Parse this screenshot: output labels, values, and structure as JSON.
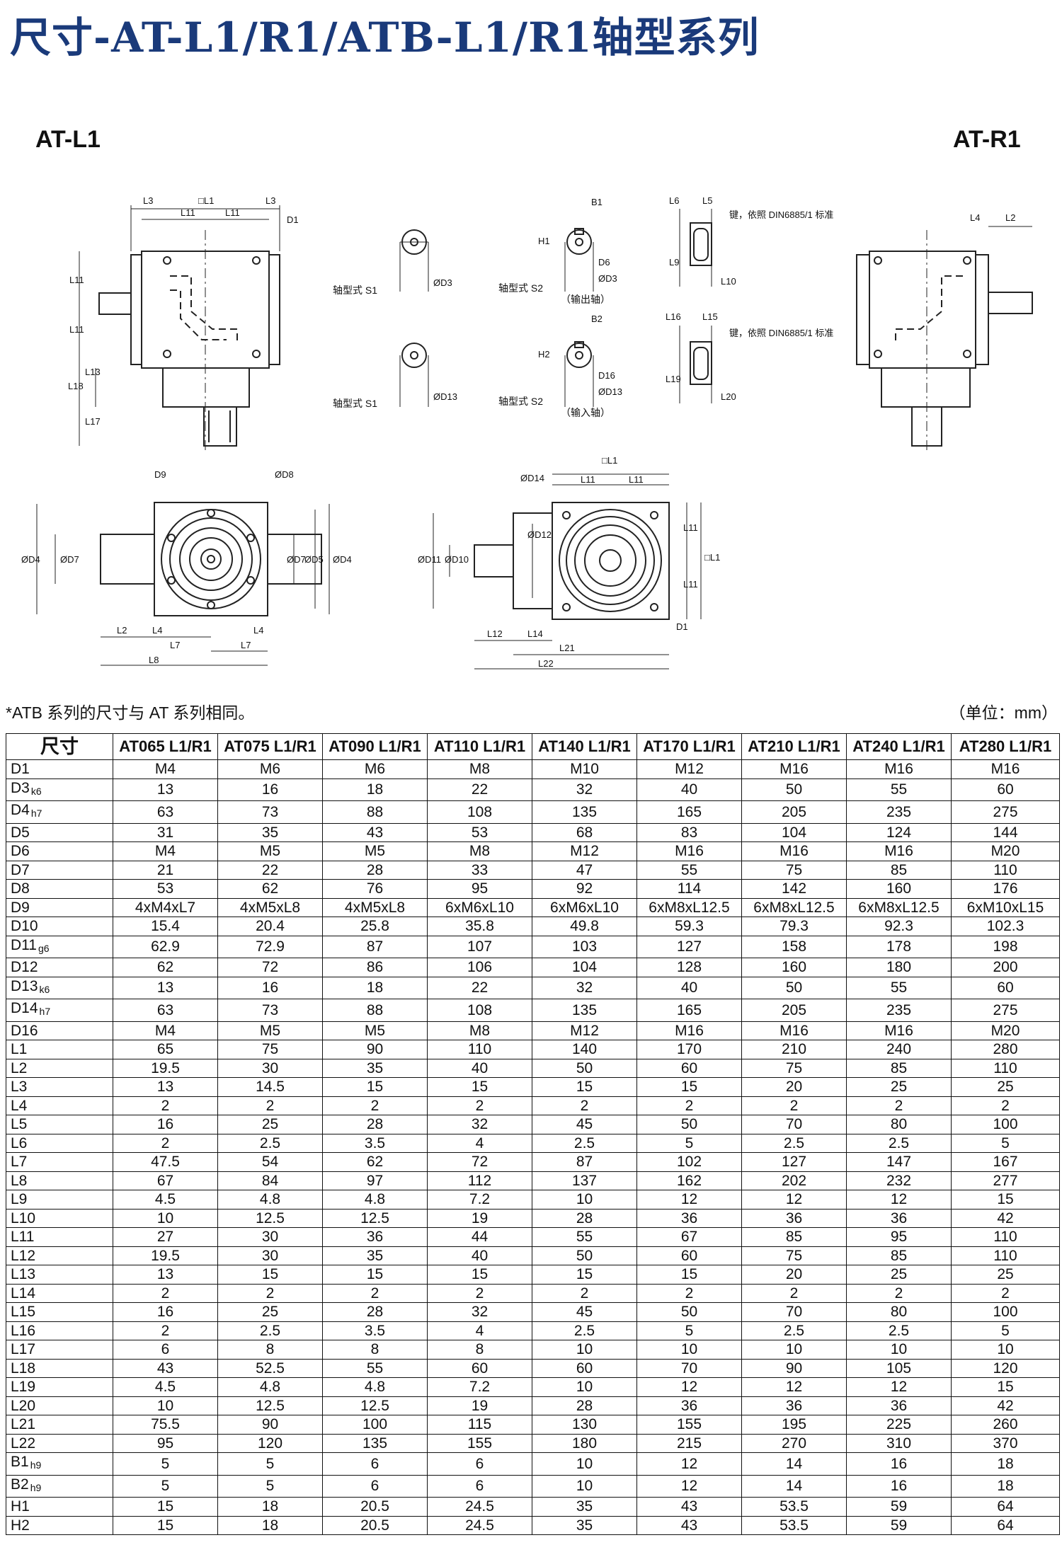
{
  "title": "尺寸-AT-L1/R1/ATB-L1/R1轴型系列",
  "labels": {
    "at_l1": "AT-L1",
    "at_r1": "AT-R1"
  },
  "drawing": {
    "shaft_s1_a": "轴型式 S1",
    "shaft_s1_b": "轴型式 S1",
    "shaft_s2_a": "轴型式 S2",
    "shaft_s2_b": "轴型式 S2",
    "output_shaft": "（输出轴）",
    "input_shaft": "（输入轴）",
    "key_note_1": "键，依照 DIN6885/1 标准",
    "key_note_2": "键，依照 DIN6885/1 标准",
    "dims": {
      "L3a": "L3",
      "L1sq": "□L1",
      "L3b": "L3",
      "L11a": "L11",
      "L11b": "L11",
      "D1a": "D1",
      "L11v1": "L11",
      "L11v2": "L11",
      "L13": "L13",
      "L18": "L18",
      "L17": "L17",
      "D3a": "ØD3",
      "D13a": "ØD13",
      "B1": "B1",
      "H1": "H1",
      "D6": "D6",
      "D3b": "ØD3",
      "B2": "B2",
      "H2": "H2",
      "D16": "D16",
      "D13b": "ØD13",
      "L6": "L6",
      "L5": "L5",
      "L9": "L9",
      "L10": "L10",
      "L16": "L16",
      "L15": "L15",
      "L19": "L19",
      "L20": "L20",
      "L4a": "L4",
      "L2a": "L2",
      "D9": "D9",
      "D8": "ØD8",
      "D4a": "ØD4",
      "D7a": "ØD7",
      "D7b": "ØD7",
      "D5": "ØD5",
      "D4b": "ØD4",
      "L2b": "L2",
      "L4b": "L4",
      "L4c": "L4",
      "L7a": "L7",
      "L7b": "L7",
      "L8": "L8",
      "L1sq2": "□L1",
      "L11c": "L11",
      "L11d": "L11",
      "D14": "ØD14",
      "D11": "ØD11",
      "D10": "ØD10",
      "D12": "ØD12",
      "L11e": "L11",
      "L11f": "L11",
      "L1v": "□L1",
      "L12": "L12",
      "L14": "L14",
      "D1b": "D1",
      "L21": "L21",
      "L22": "L22"
    }
  },
  "note": "*ATB 系列的尺寸与 AT 系列相同。",
  "unit": "（单位：mm）",
  "table": {
    "header": [
      "尺寸",
      "AT065 L1/R1",
      "AT075 L1/R1",
      "AT090 L1/R1",
      "AT110 L1/R1",
      "AT140 L1/R1",
      "AT170 L1/R1",
      "AT210 L1/R1",
      "AT240 L1/R1",
      "AT280 L1/R1"
    ],
    "rows": [
      {
        "name": "D1",
        "sub": "",
        "v": [
          "M4",
          "M6",
          "M6",
          "M8",
          "M10",
          "M12",
          "M16",
          "M16",
          "M16"
        ]
      },
      {
        "name": "D3",
        "sub": "k6",
        "v": [
          "13",
          "16",
          "18",
          "22",
          "32",
          "40",
          "50",
          "55",
          "60"
        ]
      },
      {
        "name": "D4",
        "sub": "h7",
        "v": [
          "63",
          "73",
          "88",
          "108",
          "135",
          "165",
          "205",
          "235",
          "275"
        ]
      },
      {
        "name": "D5",
        "sub": "",
        "v": [
          "31",
          "35",
          "43",
          "53",
          "68",
          "83",
          "104",
          "124",
          "144"
        ]
      },
      {
        "name": "D6",
        "sub": "",
        "v": [
          "M4",
          "M5",
          "M5",
          "M8",
          "M12",
          "M16",
          "M16",
          "M16",
          "M20"
        ]
      },
      {
        "name": "D7",
        "sub": "",
        "v": [
          "21",
          "22",
          "28",
          "33",
          "47",
          "55",
          "75",
          "85",
          "110"
        ]
      },
      {
        "name": "D8",
        "sub": "",
        "v": [
          "53",
          "62",
          "76",
          "95",
          "92",
          "114",
          "142",
          "160",
          "176"
        ]
      },
      {
        "name": "D9",
        "sub": "",
        "v": [
          "4xM4xL7",
          "4xM5xL8",
          "4xM5xL8",
          "6xM6xL10",
          "6xM6xL10",
          "6xM8xL12.5",
          "6xM8xL12.5",
          "6xM8xL12.5",
          "6xM10xL15"
        ]
      },
      {
        "name": "D10",
        "sub": "",
        "v": [
          "15.4",
          "20.4",
          "25.8",
          "35.8",
          "49.8",
          "59.3",
          "79.3",
          "92.3",
          "102.3"
        ]
      },
      {
        "name": "D11",
        "sub": "g6",
        "v": [
          "62.9",
          "72.9",
          "87",
          "107",
          "103",
          "127",
          "158",
          "178",
          "198"
        ]
      },
      {
        "name": "D12",
        "sub": "",
        "v": [
          "62",
          "72",
          "86",
          "106",
          "104",
          "128",
          "160",
          "180",
          "200"
        ]
      },
      {
        "name": "D13",
        "sub": "k6",
        "v": [
          "13",
          "16",
          "18",
          "22",
          "32",
          "40",
          "50",
          "55",
          "60"
        ]
      },
      {
        "name": "D14",
        "sub": "h7",
        "v": [
          "63",
          "73",
          "88",
          "108",
          "135",
          "165",
          "205",
          "235",
          "275"
        ]
      },
      {
        "name": "D16",
        "sub": "",
        "v": [
          "M4",
          "M5",
          "M5",
          "M8",
          "M12",
          "M16",
          "M16",
          "M16",
          "M20"
        ]
      },
      {
        "name": "L1",
        "sub": "",
        "v": [
          "65",
          "75",
          "90",
          "110",
          "140",
          "170",
          "210",
          "240",
          "280"
        ]
      },
      {
        "name": "L2",
        "sub": "",
        "v": [
          "19.5",
          "30",
          "35",
          "40",
          "50",
          "60",
          "75",
          "85",
          "110"
        ]
      },
      {
        "name": "L3",
        "sub": "",
        "v": [
          "13",
          "14.5",
          "15",
          "15",
          "15",
          "15",
          "20",
          "25",
          "25"
        ]
      },
      {
        "name": "L4",
        "sub": "",
        "v": [
          "2",
          "2",
          "2",
          "2",
          "2",
          "2",
          "2",
          "2",
          "2"
        ]
      },
      {
        "name": "L5",
        "sub": "",
        "v": [
          "16",
          "25",
          "28",
          "32",
          "45",
          "50",
          "70",
          "80",
          "100"
        ]
      },
      {
        "name": "L6",
        "sub": "",
        "v": [
          "2",
          "2.5",
          "3.5",
          "4",
          "2.5",
          "5",
          "2.5",
          "2.5",
          "5"
        ]
      },
      {
        "name": "L7",
        "sub": "",
        "v": [
          "47.5",
          "54",
          "62",
          "72",
          "87",
          "102",
          "127",
          "147",
          "167"
        ]
      },
      {
        "name": "L8",
        "sub": "",
        "v": [
          "67",
          "84",
          "97",
          "112",
          "137",
          "162",
          "202",
          "232",
          "277"
        ]
      },
      {
        "name": "L9",
        "sub": "",
        "v": [
          "4.5",
          "4.8",
          "4.8",
          "7.2",
          "10",
          "12",
          "12",
          "12",
          "15"
        ]
      },
      {
        "name": "L10",
        "sub": "",
        "v": [
          "10",
          "12.5",
          "12.5",
          "19",
          "28",
          "36",
          "36",
          "36",
          "42"
        ]
      },
      {
        "name": "L11",
        "sub": "",
        "v": [
          "27",
          "30",
          "36",
          "44",
          "55",
          "67",
          "85",
          "95",
          "110"
        ]
      },
      {
        "name": "L12",
        "sub": "",
        "v": [
          "19.5",
          "30",
          "35",
          "40",
          "50",
          "60",
          "75",
          "85",
          "110"
        ]
      },
      {
        "name": "L13",
        "sub": "",
        "v": [
          "13",
          "15",
          "15",
          "15",
          "15",
          "15",
          "20",
          "25",
          "25"
        ]
      },
      {
        "name": "L14",
        "sub": "",
        "v": [
          "2",
          "2",
          "2",
          "2",
          "2",
          "2",
          "2",
          "2",
          "2"
        ]
      },
      {
        "name": "L15",
        "sub": "",
        "v": [
          "16",
          "25",
          "28",
          "32",
          "45",
          "50",
          "70",
          "80",
          "100"
        ]
      },
      {
        "name": "L16",
        "sub": "",
        "v": [
          "2",
          "2.5",
          "3.5",
          "4",
          "2.5",
          "5",
          "2.5",
          "2.5",
          "5"
        ]
      },
      {
        "name": "L17",
        "sub": "",
        "v": [
          "6",
          "8",
          "8",
          "8",
          "10",
          "10",
          "10",
          "10",
          "10"
        ]
      },
      {
        "name": "L18",
        "sub": "",
        "v": [
          "43",
          "52.5",
          "55",
          "60",
          "60",
          "70",
          "90",
          "105",
          "120"
        ]
      },
      {
        "name": "L19",
        "sub": "",
        "v": [
          "4.5",
          "4.8",
          "4.8",
          "7.2",
          "10",
          "12",
          "12",
          "12",
          "15"
        ]
      },
      {
        "name": "L20",
        "sub": "",
        "v": [
          "10",
          "12.5",
          "12.5",
          "19",
          "28",
          "36",
          "36",
          "36",
          "42"
        ]
      },
      {
        "name": "L21",
        "sub": "",
        "v": [
          "75.5",
          "90",
          "100",
          "115",
          "130",
          "155",
          "195",
          "225",
          "260"
        ]
      },
      {
        "name": "L22",
        "sub": "",
        "v": [
          "95",
          "120",
          "135",
          "155",
          "180",
          "215",
          "270",
          "310",
          "370"
        ]
      },
      {
        "name": "B1",
        "sub": "h9",
        "v": [
          "5",
          "5",
          "6",
          "6",
          "10",
          "12",
          "14",
          "16",
          "18"
        ]
      },
      {
        "name": "B2",
        "sub": "h9",
        "v": [
          "5",
          "5",
          "6",
          "6",
          "10",
          "12",
          "14",
          "16",
          "18"
        ]
      },
      {
        "name": "H1",
        "sub": "",
        "v": [
          "15",
          "18",
          "20.5",
          "24.5",
          "35",
          "43",
          "53.5",
          "59",
          "64"
        ]
      },
      {
        "name": "H2",
        "sub": "",
        "v": [
          "15",
          "18",
          "20.5",
          "24.5",
          "35",
          "43",
          "53.5",
          "59",
          "64"
        ]
      }
    ]
  }
}
